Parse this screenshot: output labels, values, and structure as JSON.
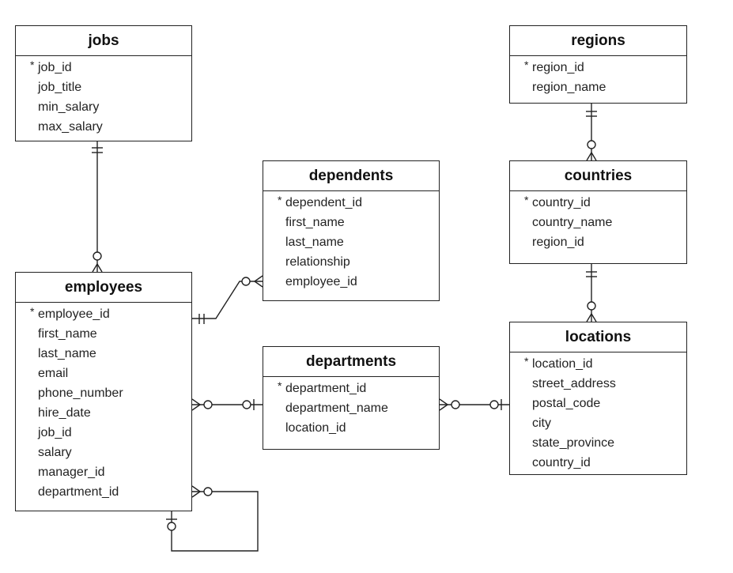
{
  "entities": {
    "jobs": {
      "title": "jobs",
      "attributes": [
        "job_id",
        "job_title",
        "min_salary",
        "max_salary"
      ]
    },
    "regions": {
      "title": "regions",
      "attributes": [
        "region_id",
        "region_name"
      ]
    },
    "dependents": {
      "title": "dependents",
      "attributes": [
        "dependent_id",
        "first_name",
        "last_name",
        "relationship",
        "employee_id"
      ]
    },
    "countries": {
      "title": "countries",
      "attributes": [
        "country_id",
        "country_name",
        "region_id"
      ]
    },
    "employees": {
      "title": "employees",
      "attributes": [
        "employee_id",
        "first_name",
        "last_name",
        "email",
        "phone_number",
        "hire_date",
        "job_id",
        "salary",
        "manager_id",
        "department_id"
      ]
    },
    "departments": {
      "title": "departments",
      "attributes": [
        "department_id",
        "department_name",
        "location_id"
      ]
    },
    "locations": {
      "title": "locations",
      "attributes": [
        "location_id",
        "street_address",
        "postal_code",
        "city",
        "state_province",
        "country_id"
      ]
    }
  },
  "primary_key_marker": "*",
  "relationships": [
    {
      "name": "jobs-employees",
      "from": "jobs",
      "from_cardinality": "one-and-only-one",
      "to": "employees",
      "to_cardinality": "zero-or-many"
    },
    {
      "name": "employees-dependents",
      "from": "employees",
      "from_cardinality": "one-and-only-one",
      "to": "dependents",
      "to_cardinality": "zero-or-many"
    },
    {
      "name": "departments-employees",
      "from": "departments",
      "from_cardinality": "zero-or-one",
      "to": "employees",
      "to_cardinality": "zero-or-many"
    },
    {
      "name": "locations-departments",
      "from": "locations",
      "from_cardinality": "zero-or-one",
      "to": "departments",
      "to_cardinality": "zero-or-many"
    },
    {
      "name": "regions-countries",
      "from": "regions",
      "from_cardinality": "one-and-only-one",
      "to": "countries",
      "to_cardinality": "zero-or-many"
    },
    {
      "name": "countries-locations",
      "from": "countries",
      "from_cardinality": "one-and-only-one",
      "to": "locations",
      "to_cardinality": "zero-or-many"
    },
    {
      "name": "employees-manager",
      "from": "employees",
      "from_cardinality": "zero-or-one",
      "to": "employees",
      "to_cardinality": "zero-or-many"
    }
  ],
  "colors": {
    "line": "#222222",
    "background": "#ffffff",
    "text": "#222222"
  }
}
